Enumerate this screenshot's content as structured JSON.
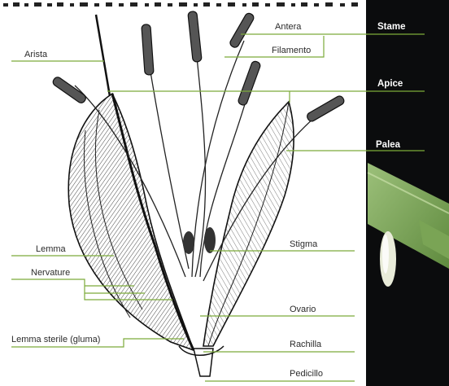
{
  "diagram": {
    "labels_left": {
      "arista": "Arista",
      "lemma": "Lemma",
      "nervature": "Nervature",
      "lemma_sterile": "Lemma sterile (gluma)"
    },
    "labels_right": {
      "antera": "Antera",
      "filamento": "Filamento",
      "stigma": "Stigma",
      "ovario": "Ovario",
      "rachilla": "Rachilla",
      "pedicillo": "Pedicillo"
    },
    "labels_photo": {
      "stame": "Stame",
      "apice": "Apice",
      "palea": "Palea"
    },
    "colors": {
      "leader_line": "#7cab3a",
      "photo_bg": "#0b0c0d",
      "stem_green": "#8fb36a"
    }
  }
}
